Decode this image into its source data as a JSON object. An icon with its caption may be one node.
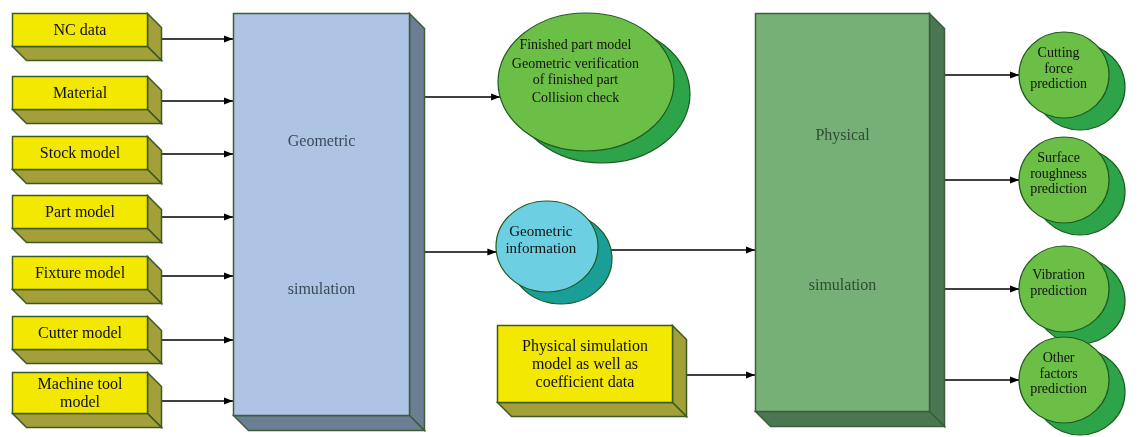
{
  "diagram": {
    "nodes": [
      {
        "text": [
          "NC data"
        ]
      },
      {
        "text": [
          "Material"
        ]
      },
      {
        "text": [
          "Stock model"
        ]
      },
      {
        "text": [
          "Part model"
        ]
      },
      {
        "text": [
          "Fixture model"
        ]
      },
      {
        "text": [
          "Cutter model"
        ]
      },
      {
        "text": [
          "Machine tool model"
        ]
      },
      {
        "text": [
          "Geometric",
          "simulation"
        ]
      },
      {
        "text": [
          "Finished part model",
          "Geometric verification of finished part",
          "Collision check"
        ]
      },
      {
        "text": [
          "Geometric information"
        ]
      },
      {
        "text": [
          "Physical simulation model as well as coefficient data"
        ]
      },
      {
        "text": [
          "Physical",
          "simulation"
        ]
      },
      {
        "text": [
          "Cutting force prediction"
        ]
      },
      {
        "text": [
          "Surface roughness prediction"
        ]
      },
      {
        "text": [
          "Vibration prediction"
        ]
      },
      {
        "text": [
          "Other factors prediction"
        ]
      }
    ],
    "edges": [
      {
        "from": 0,
        "to": 7,
        "arrow": "to"
      },
      {
        "from": 1,
        "to": 7,
        "arrow": "to"
      },
      {
        "from": 2,
        "to": 7,
        "arrow": "to"
      },
      {
        "from": 3,
        "to": 7,
        "arrow": "to"
      },
      {
        "from": 4,
        "to": 7,
        "arrow": "to"
      },
      {
        "from": 5,
        "to": 7,
        "arrow": "to"
      },
      {
        "from": 6,
        "to": 7,
        "arrow": "to"
      },
      {
        "from": 7,
        "to": 8,
        "arrow": "to"
      },
      {
        "from": 7,
        "to": 9,
        "arrow": "to"
      },
      {
        "from": 9,
        "to": 11,
        "arrow": "to"
      },
      {
        "from": 10,
        "to": 11,
        "arrow": "to"
      },
      {
        "from": 11,
        "to": 12,
        "arrow": "to"
      },
      {
        "from": 11,
        "to": 13,
        "arrow": "to"
      },
      {
        "from": 11,
        "to": 14,
        "arrow": "to"
      },
      {
        "from": 11,
        "to": 15,
        "arrow": "to"
      }
    ]
  }
}
